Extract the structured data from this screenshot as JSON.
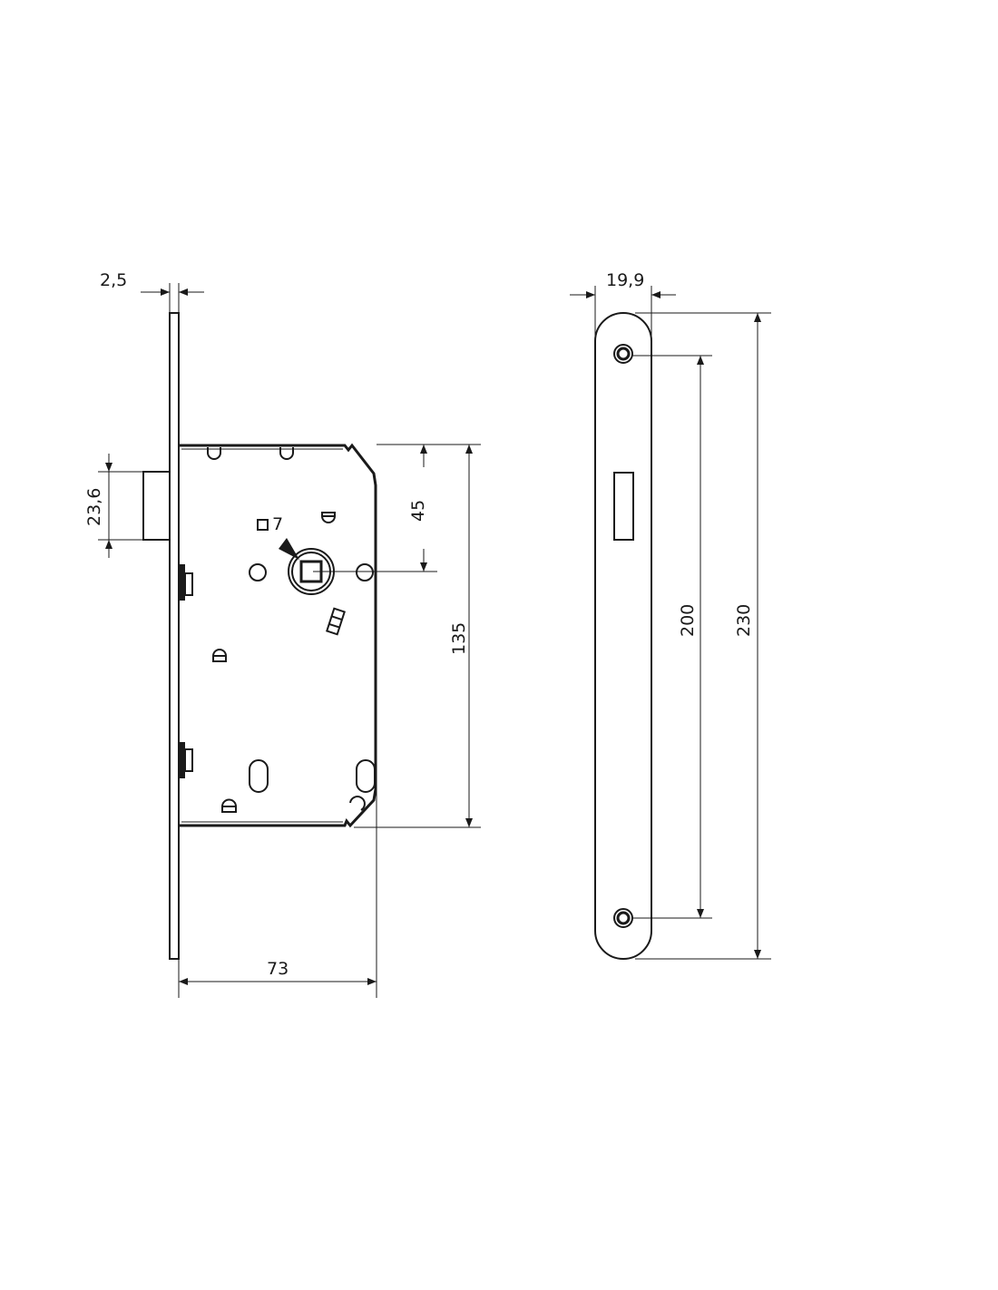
{
  "drawing": {
    "lock_view": {
      "faceplate_thickness": "2,5",
      "latch_height": "23,6",
      "spindle_square": "7",
      "backset_to_spindle": "45",
      "case_height": "135",
      "case_depth": "73"
    },
    "faceplate_view": {
      "width": "19,9",
      "screw_spacing": "200",
      "length": "230"
    }
  }
}
